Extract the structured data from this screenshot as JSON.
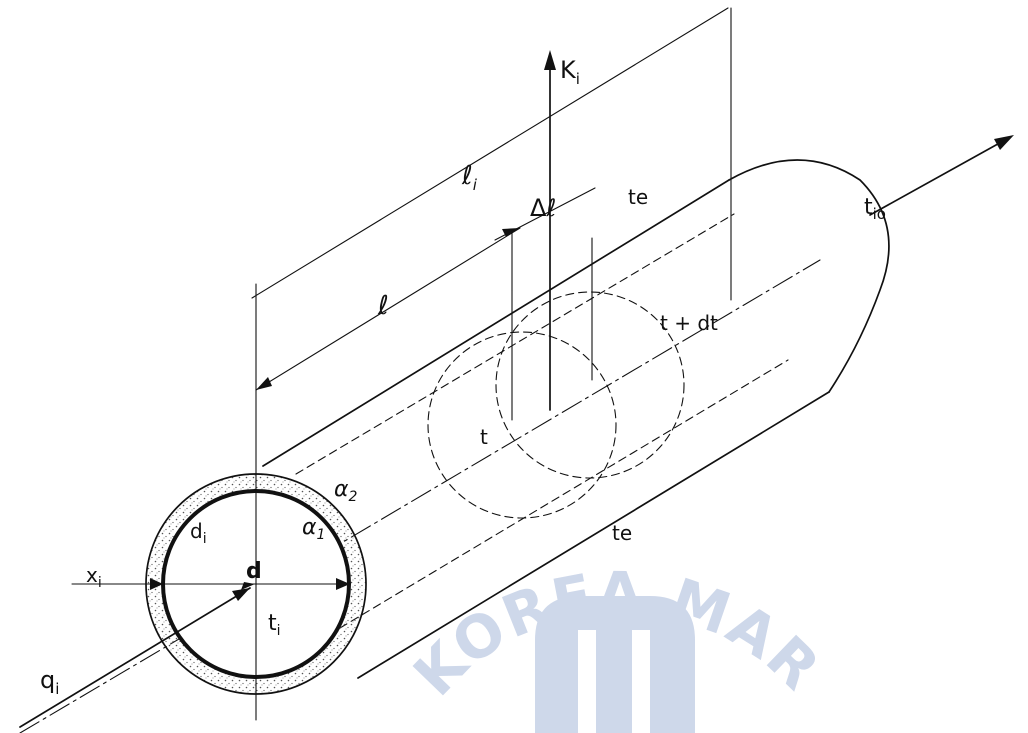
{
  "labels": {
    "heat_flux": "K",
    "heat_flux_sub": "i",
    "total_length": "ℓ",
    "total_length_sub": "i",
    "delta_length": "Δℓ",
    "partial_length": "ℓ",
    "outlet_temp": "t",
    "outlet_temp_sub": "io",
    "ambient_temp_top": "te",
    "ambient_temp_bottom": "te",
    "section_temp": "t",
    "section_temp_next": "t + dt",
    "outer_coeff": "α",
    "outer_coeff_sub": "2",
    "inner_coeff": "α",
    "inner_coeff_sub": "1",
    "inner_diameter": "d",
    "inner_diameter_sub": "i",
    "insulation_thickness": "x",
    "insulation_thickness_sub": "i",
    "pipe_diameter": "d",
    "inlet_temp": "t",
    "inlet_temp_sub": "i",
    "inlet_flow": "q",
    "inlet_flow_sub": "i"
  },
  "watermark": {
    "text": "KOREA MARITIME UNIVERSITY",
    "color": "#c9d4e8"
  },
  "colors": {
    "ink": "#111111",
    "insulation_stipple": "#555555"
  }
}
